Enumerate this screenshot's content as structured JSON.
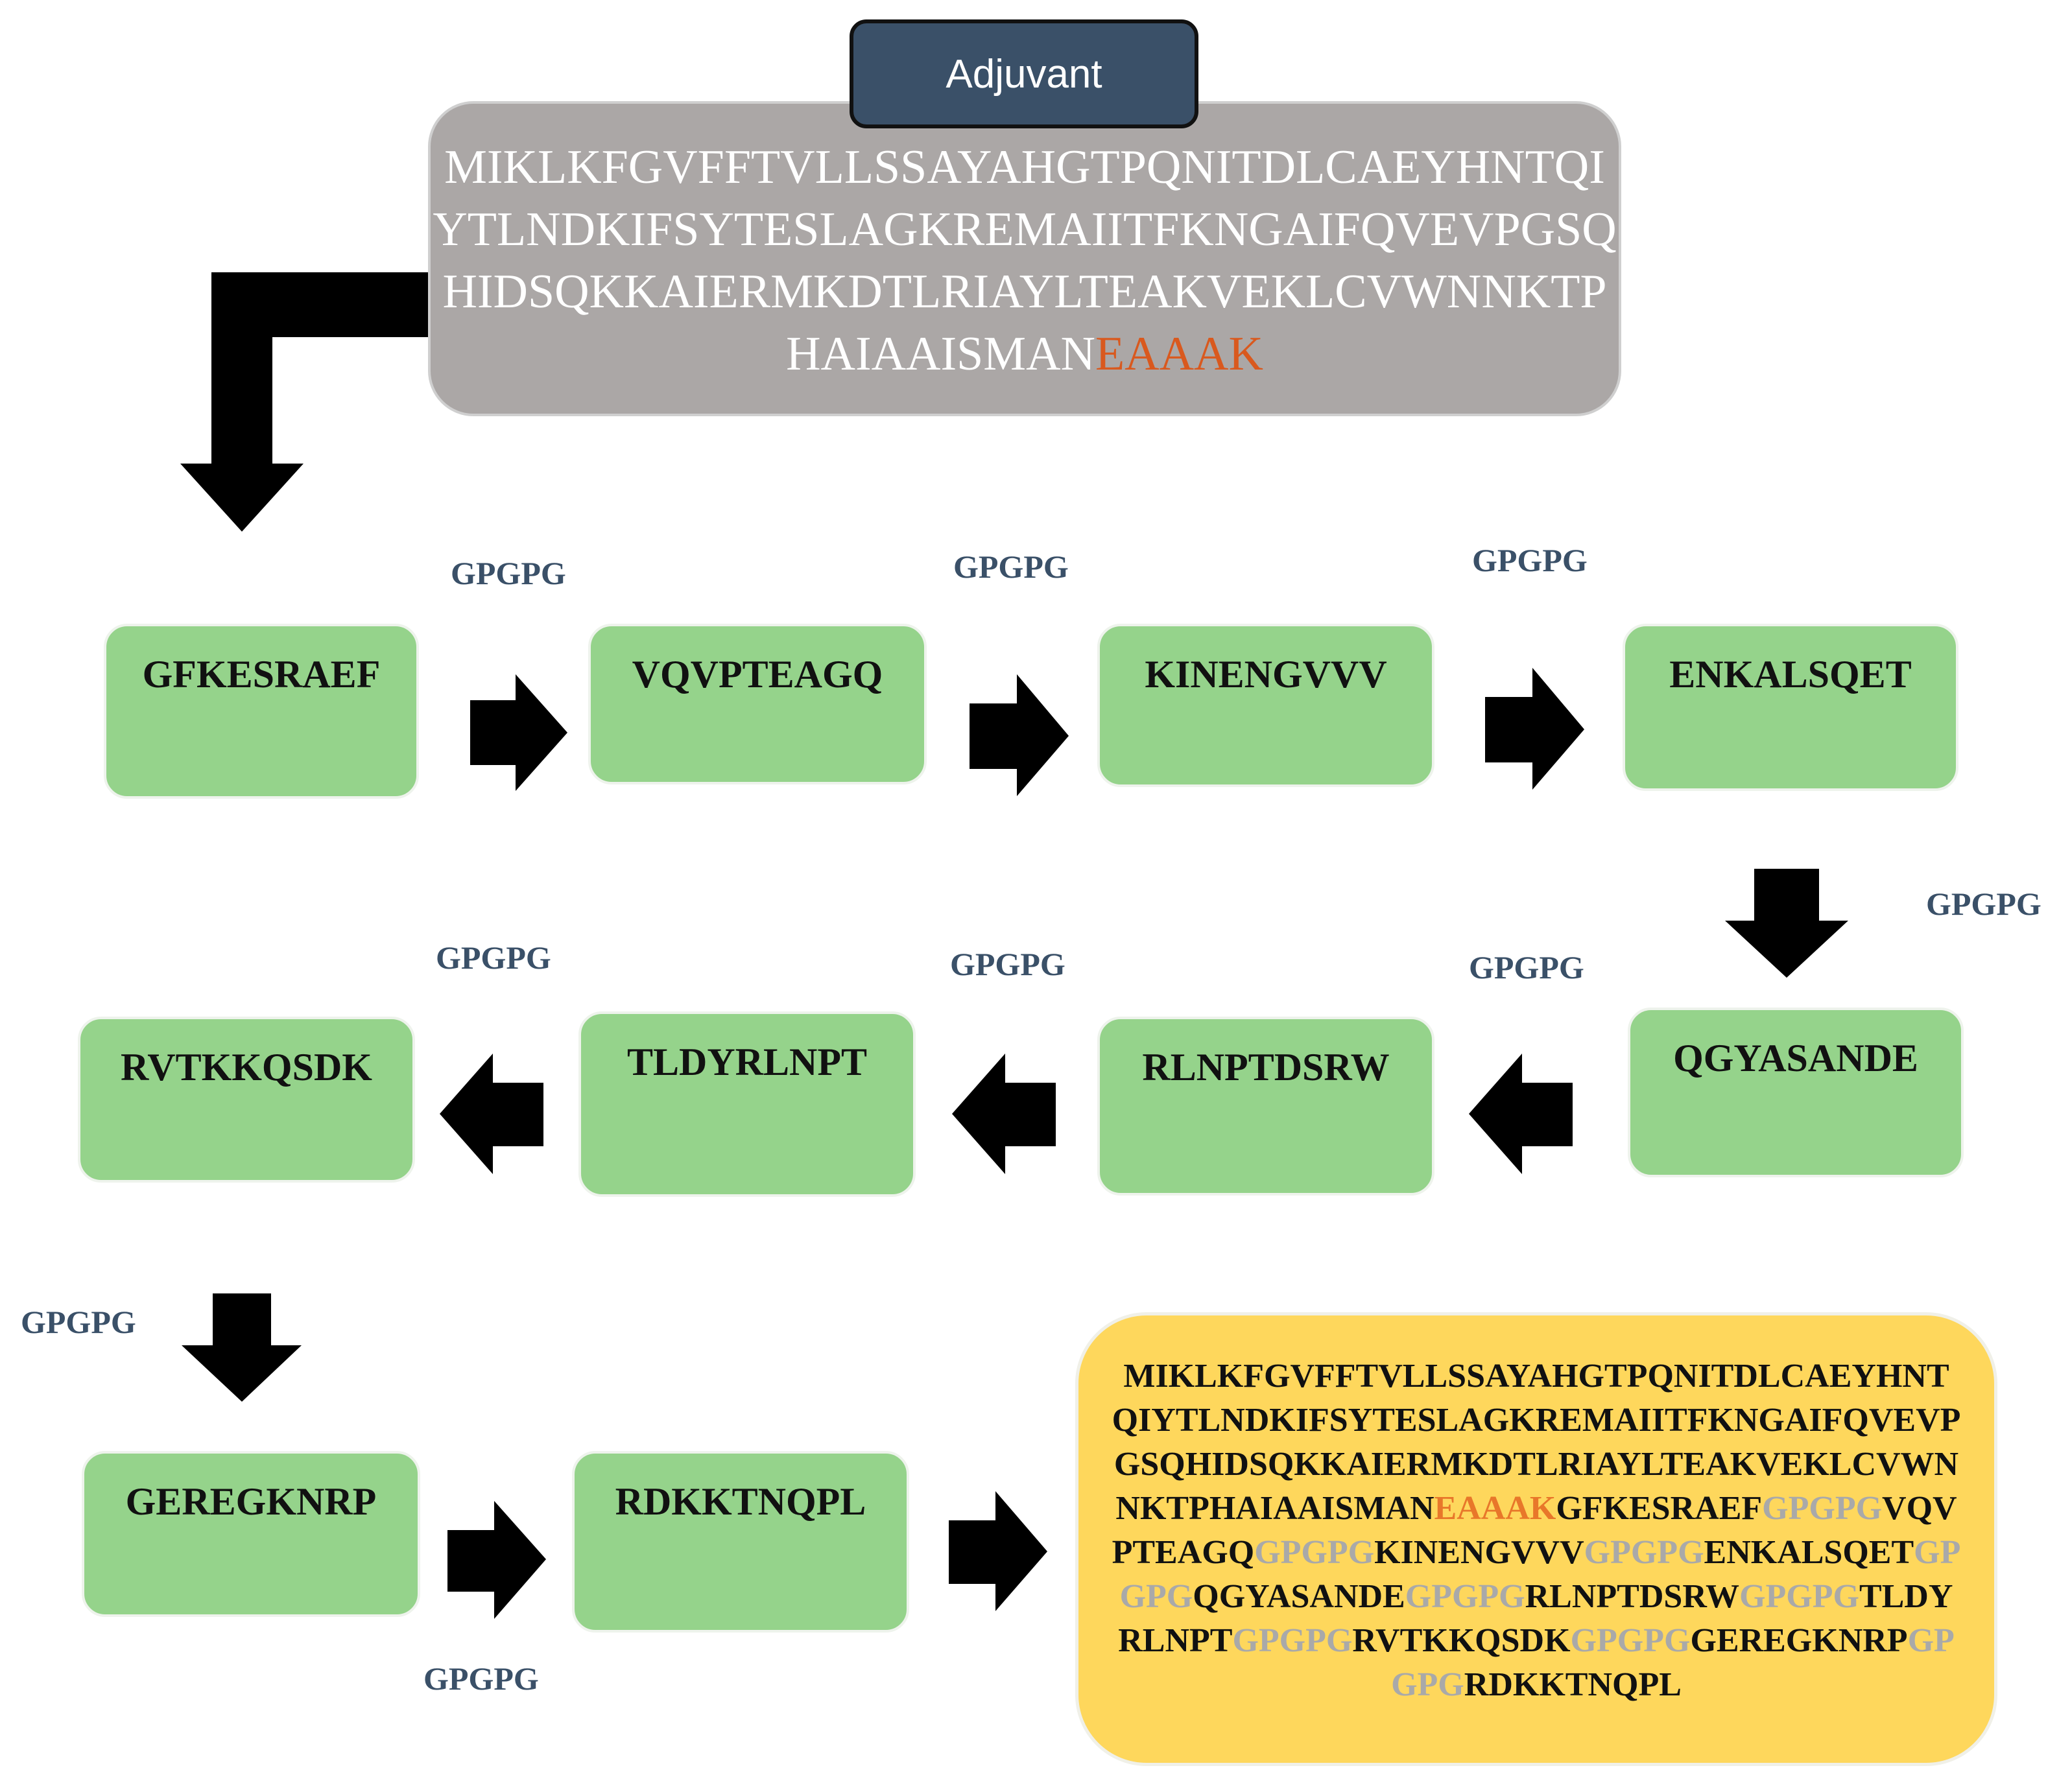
{
  "adjuvant": {
    "title": "Adjuvant",
    "lines": [
      "MIKLKFGVFFTVLLSSAYAHGTPQNITDLCAEYHNTQI",
      "YTLNDKIFSYTESLAGKREMAIITFKNGAIFQVEVPGSQ",
      "HIDSQKKAIERMKDTLRIAYLTEAKVEKLCVWNNKTP"
    ],
    "last_line_prefix": "HAIAAISMAN",
    "last_line_linker": "EAAAK"
  },
  "linker_label": "GPGPG",
  "epitopes": [
    "GFKESRAEF",
    "VQVPTEAGQ",
    "KINENGVVV",
    "ENKALSQET",
    "QGYASANDE",
    "RLNPTDSRW",
    "TLDYRLNPT",
    "RVTKKQSDK",
    "GEREGKNRP",
    "RDKKTNQPL"
  ],
  "final_construct": {
    "lines": [
      [
        {
          "t": "MIKLKFGVFFTVLLSSAYAHGTPQNITDLCAEYHNT",
          "c": "black"
        }
      ],
      [
        {
          "t": "QIYTLNDKIFSYTESLAGKREMAIITFKNGAIFQVEVP",
          "c": "black"
        }
      ],
      [
        {
          "t": "GSQHIDSQKKAIERMKDTLRIAYLTEAKVEKLCVWN",
          "c": "black"
        }
      ],
      [
        {
          "t": "NKTPHAIAAISMAN",
          "c": "black"
        },
        {
          "t": "EAAAK",
          "c": "orange"
        },
        {
          "t": "GFKESRAEF",
          "c": "black"
        },
        {
          "t": "GPGPG",
          "c": "gray"
        },
        {
          "t": "VQV",
          "c": "black"
        }
      ],
      [
        {
          "t": "PTEAGQ",
          "c": "black"
        },
        {
          "t": "GPGPG",
          "c": "gray"
        },
        {
          "t": "KINENGVVV",
          "c": "black"
        },
        {
          "t": "GPGPG",
          "c": "gray"
        },
        {
          "t": "ENKALSQET",
          "c": "black"
        },
        {
          "t": "GP",
          "c": "gray"
        }
      ],
      [
        {
          "t": "GPG",
          "c": "gray"
        },
        {
          "t": "QGYASANDE",
          "c": "black"
        },
        {
          "t": "GPGPG",
          "c": "gray"
        },
        {
          "t": "RLNPTDSRW",
          "c": "black"
        },
        {
          "t": "GPGPG",
          "c": "gray"
        },
        {
          "t": "TLDY",
          "c": "black"
        }
      ],
      [
        {
          "t": "RLNPT",
          "c": "black"
        },
        {
          "t": "GPGPG",
          "c": "gray"
        },
        {
          "t": "RVTKKQSDK",
          "c": "black"
        },
        {
          "t": "GPGPG",
          "c": "gray"
        },
        {
          "t": "GEREGKNRP",
          "c": "black"
        },
        {
          "t": "GP",
          "c": "gray"
        }
      ],
      [
        {
          "t": "GPG",
          "c": "gray"
        },
        {
          "t": "RDKKTNQPL",
          "c": "black"
        }
      ]
    ]
  },
  "colors": {
    "adjuvant_tab": "#3a5068",
    "adjuvant_box": "#aba7a6",
    "epitope_box": "#95d38b",
    "final_box": "#fed75c",
    "linker_text": "#3a5068",
    "eaaak": "#d9591e",
    "gpgpg_in_final": "#a9a9a9"
  }
}
